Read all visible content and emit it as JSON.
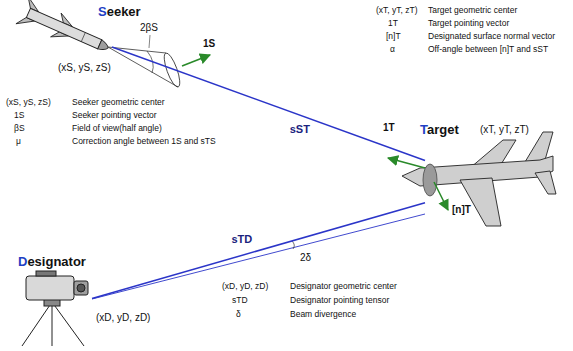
{
  "diagram": {
    "nodes": [
      {
        "text": [
          "Seeker",
          "(xS, yS, zS)"
        ]
      },
      {
        "text": [
          "Target",
          "(xT, yT, zT)"
        ]
      },
      {
        "text": [
          "Designator",
          "(xD, yD, zD)"
        ]
      }
    ],
    "edges": [
      {
        "from": 0,
        "to": 1,
        "arrow": "none",
        "label": "sST"
      },
      {
        "from": 2,
        "to": 1,
        "arrow": "none",
        "label": "sTD"
      }
    ],
    "labels": [
      "2βS",
      "1S",
      "(xS, yS, zS)",
      "Seeker geometric center",
      "1S",
      "Seeker pointing vector",
      "βS",
      "Field of view(half angle)",
      "μ",
      "Correction angle between 1S and sTS",
      "(xT, yT, zT)",
      "Target geometric center",
      "1T",
      "Target pointing vector",
      "[n]T",
      "Designated surface normal vector",
      "α",
      "Off-angle between [n]T and sST",
      "1T",
      "[n]T",
      "2δ",
      "(xD, yD, zD)",
      "Designator geometric center",
      "sTD",
      "Designator pointing tensor",
      "δ",
      "Beam divergence"
    ]
  }
}
